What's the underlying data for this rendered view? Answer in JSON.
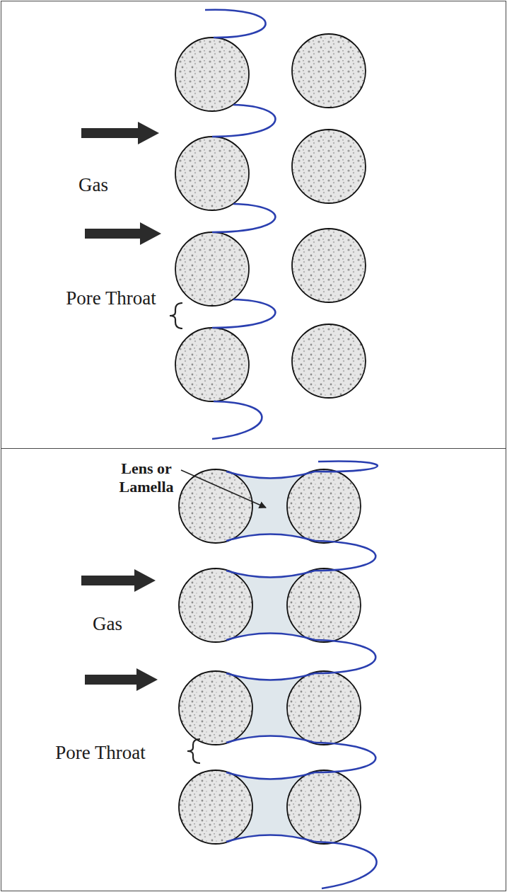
{
  "diagram": {
    "nodes": [
      {
        "text": [
          "Gas",
          "Pore Throat"
        ]
      },
      {
        "text": [
          "Lens or Lamella",
          "Gas",
          "Pore Throat"
        ]
      }
    ]
  }
}
